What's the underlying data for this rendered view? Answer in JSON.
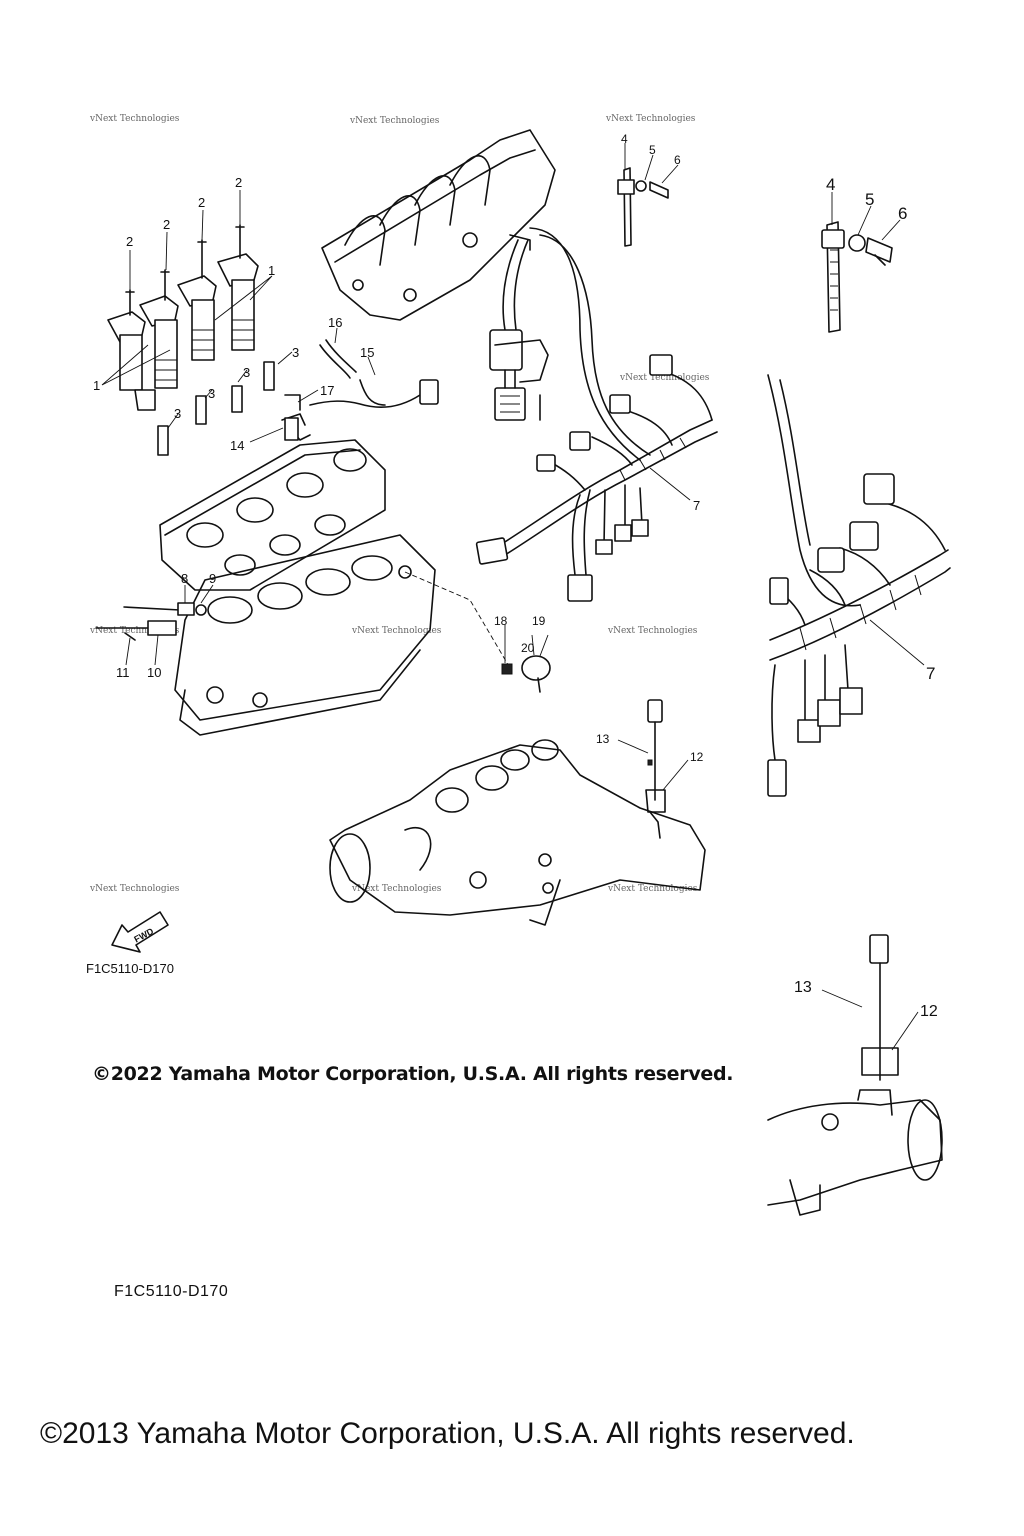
{
  "diagram": {
    "drawing_code_small": "F1C5110-D170",
    "drawing_code_large": "F1C5110-D170",
    "copyright_2022": "©2022 Yamaha Motor Corporation, U.S.A. All rights reserved.",
    "copyright_2013": "©2013 Yamaha Motor Corporation, U.S.A. All rights reserved.",
    "forward_arrow_label": "FWD",
    "watermark_text": "vNext Technologies",
    "callouts": {
      "coil_1a": "1",
      "coil_1b": "1",
      "bolt_2a": "2",
      "bolt_2b": "2",
      "bolt_2c": "2",
      "bolt_2d": "2",
      "plug_3a": "3",
      "plug_3b": "3",
      "plug_3c": "3",
      "plug_3d": "3",
      "band_4a": "4",
      "collar_5a": "5",
      "bolt_6a": "6",
      "band_4b": "4",
      "collar_5b": "5",
      "bolt_6b": "6",
      "harness_7a": "7",
      "harness_7b": "7",
      "sensor_8": "8",
      "gasket_9": "9",
      "sensor_10": "10",
      "bolt_11": "11",
      "sensor_12a": "12",
      "bolt_13a": "13",
      "sensor_12b": "12",
      "bolt_13b": "13",
      "sensor_14": "14",
      "lead_15": "15",
      "band_16": "16",
      "bolt_17": "17",
      "switch_18": "18",
      "switch_19": "19",
      "gasket_20": "20"
    }
  },
  "colors": {
    "line": "#111111",
    "background": "#ffffff",
    "watermark": "#666666"
  }
}
